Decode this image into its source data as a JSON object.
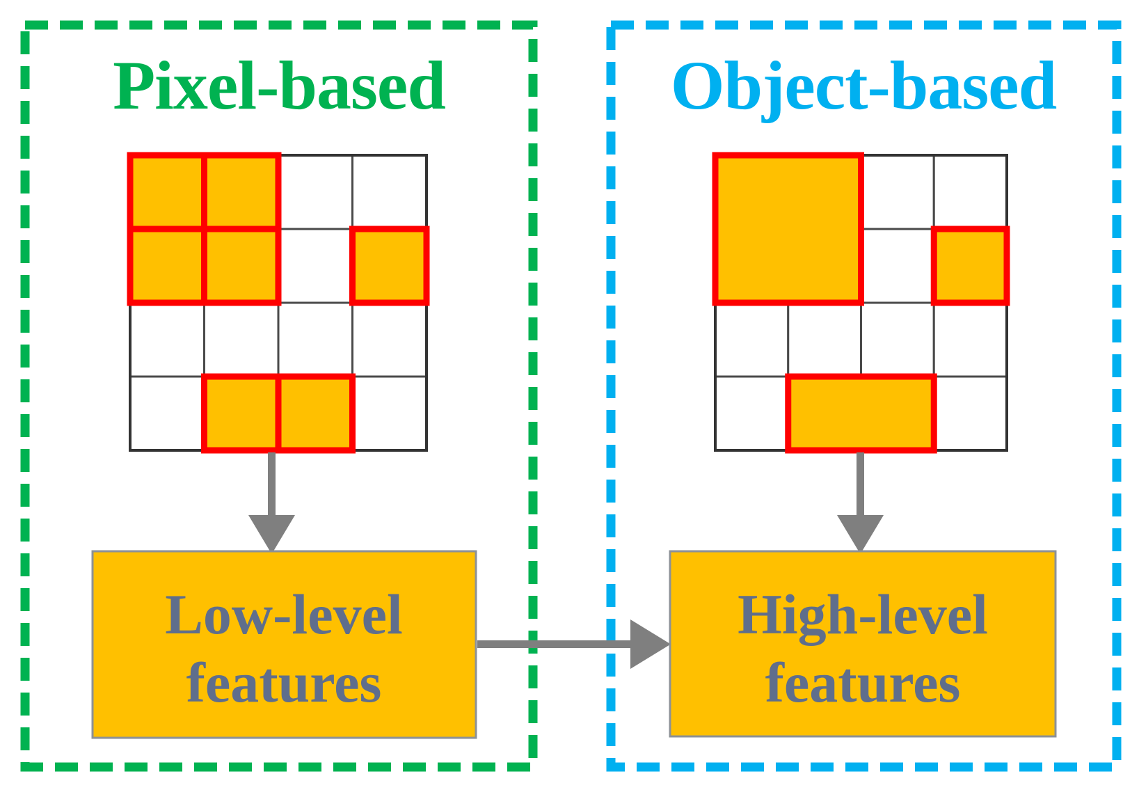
{
  "figure": {
    "type": "comparison-diagram",
    "description": "Pixel-based versus object-based image analysis: low-level pixel features feed high-level object features"
  },
  "colors": {
    "pixel_accent_green": "#00b251",
    "object_accent_cyan": "#00b0f0",
    "region_fill_orange": "#ffc000",
    "region_border_red": "#fe0000",
    "grid_cell_fill": "#ffffff",
    "grid_line_gray": "#4a4a4a",
    "grid_outline_dark": "#333333",
    "arrow_gray": "#7f7f7f",
    "feature_box_fill": "#ffc000",
    "feature_box_border": "#8c9196",
    "feature_text_blue_gray": "#5f6e8c",
    "background": "#ffffff"
  },
  "icons": {
    "down_arrow": "▼",
    "right_arrow": "►"
  },
  "pixel_panel": {
    "title": "Pixel-based",
    "grid": {
      "rows": 4,
      "cols": 4,
      "filled_cells": [
        [
          0,
          0
        ],
        [
          0,
          1
        ],
        [
          1,
          0
        ],
        [
          1,
          1
        ],
        [
          1,
          3
        ],
        [
          3,
          1
        ],
        [
          3,
          2
        ]
      ]
    },
    "box": {
      "line1": "Low-level",
      "line2": "features"
    }
  },
  "object_panel": {
    "title": "Object-based",
    "grid": {
      "rows": 4,
      "cols": 4,
      "objects": [
        {
          "row": 0,
          "col": 0,
          "row_span": 2,
          "col_span": 2
        },
        {
          "row": 1,
          "col": 3,
          "row_span": 1,
          "col_span": 1
        },
        {
          "row": 3,
          "col": 1,
          "row_span": 1,
          "col_span": 2
        }
      ]
    },
    "box": {
      "line1": "High-level",
      "line2": "features"
    }
  }
}
